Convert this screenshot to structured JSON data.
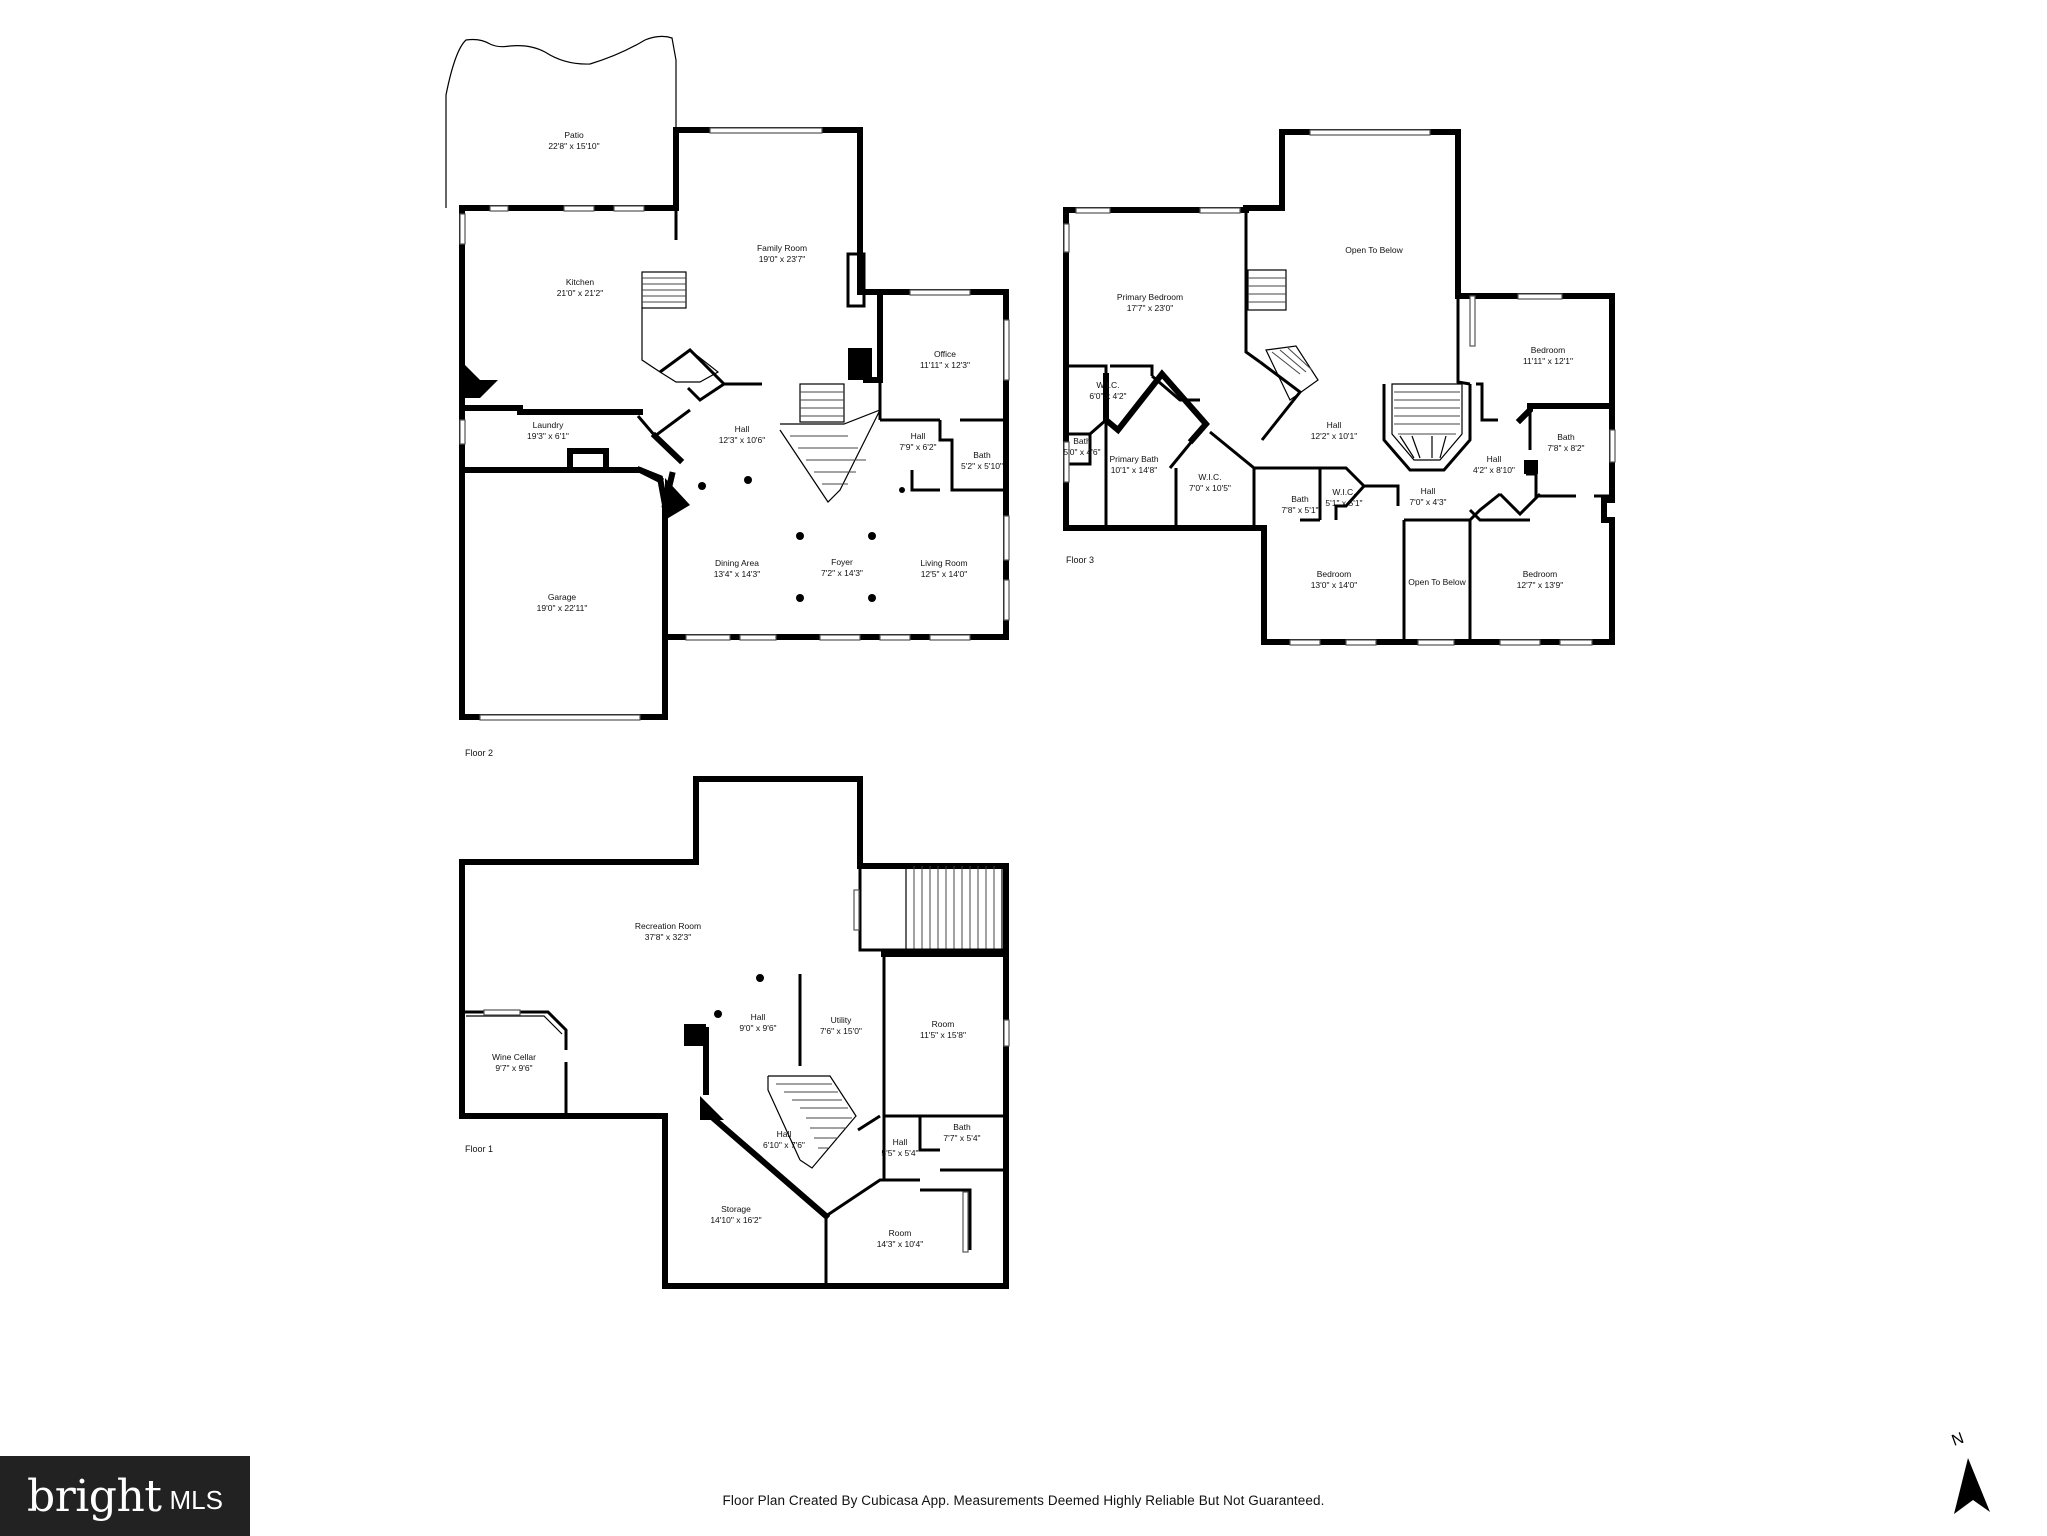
{
  "floor2": {
    "label": "Floor 2",
    "rooms": {
      "patio": {
        "name": "Patio",
        "dim": "22'8\" x 15'10\""
      },
      "family": {
        "name": "Family Room",
        "dim": "19'0\" x 23'7\""
      },
      "kitchen": {
        "name": "Kitchen",
        "dim": "21'0\" x 21'2\""
      },
      "office": {
        "name": "Office",
        "dim": "11'11\" x 12'3\""
      },
      "laundry": {
        "name": "Laundry",
        "dim": "19'3\" x 6'1\""
      },
      "hall1": {
        "name": "Hall",
        "dim": "12'3\" x 10'6\""
      },
      "hall2": {
        "name": "Hall",
        "dim": "7'9\" x 6'2\""
      },
      "bath": {
        "name": "Bath",
        "dim": "5'2\" x 5'10\""
      },
      "dining": {
        "name": "Dining Area",
        "dim": "13'4\" x 14'3\""
      },
      "foyer": {
        "name": "Foyer",
        "dim": "7'2\" x 14'3\""
      },
      "living": {
        "name": "Living Room",
        "dim": "12'5\" x 14'0\""
      },
      "garage": {
        "name": "Garage",
        "dim": "19'0\" x 22'11\""
      }
    }
  },
  "floor3": {
    "label": "Floor 3",
    "rooms": {
      "primary_bed": {
        "name": "Primary Bedroom",
        "dim": "17'7\" x 23'0\""
      },
      "open1": {
        "name": "Open To Below",
        "dim": ""
      },
      "bed1": {
        "name": "Bedroom",
        "dim": "11'11\" x 12'1\""
      },
      "wic1": {
        "name": "W.I.C.",
        "dim": "6'0\" x 4'2\""
      },
      "hall1": {
        "name": "Hall",
        "dim": "12'2\" x 10'1\""
      },
      "bath1": {
        "name": "Bath",
        "dim": "7'8\" x 8'2\""
      },
      "bath2": {
        "name": "Bath",
        "dim": "5'0\" x 4'6\""
      },
      "primary_bath": {
        "name": "Primary Bath",
        "dim": "10'1\" x 14'8\""
      },
      "hall2": {
        "name": "Hall",
        "dim": "4'2\" x 8'10\""
      },
      "wic2": {
        "name": "W.I.C.",
        "dim": "7'0\" x 10'5\""
      },
      "bath3": {
        "name": "Bath",
        "dim": "7'8\" x 5'1\""
      },
      "wic3": {
        "name": "W.I.C.",
        "dim": "5'1\" x 5'1\""
      },
      "hall3": {
        "name": "Hall",
        "dim": "7'0\" x 4'3\""
      },
      "bed2": {
        "name": "Bedroom",
        "dim": "13'0\" x 14'0\""
      },
      "open2": {
        "name": "Open To Below",
        "dim": ""
      },
      "bed3": {
        "name": "Bedroom",
        "dim": "12'7\" x 13'9\""
      }
    }
  },
  "floor1": {
    "label": "Floor 1",
    "rooms": {
      "rec": {
        "name": "Recreation Room",
        "dim": "37'8\" x 32'3\""
      },
      "hall1": {
        "name": "Hall",
        "dim": "9'0\" x 9'6\""
      },
      "utility": {
        "name": "Utility",
        "dim": "7'6\" x 15'0\""
      },
      "room1": {
        "name": "Room",
        "dim": "11'5\" x 15'8\""
      },
      "wine": {
        "name": "Wine Cellar",
        "dim": "9'7\" x 9'6\""
      },
      "hall2": {
        "name": "Hall",
        "dim": "6'10\" x 7'6\""
      },
      "hall3": {
        "name": "Hall",
        "dim": "5'5\" x 5'4\""
      },
      "bath": {
        "name": "Bath",
        "dim": "7'7\" x 5'4\""
      },
      "storage": {
        "name": "Storage",
        "dim": "14'10\" x 16'2\""
      },
      "room2": {
        "name": "Room",
        "dim": "14'3\" x 10'4\""
      }
    }
  },
  "disclaimer": "Floor Plan Created By Cubicasa App. Measurements Deemed Highly Reliable But Not Guaranteed.",
  "logo": {
    "brand": "bright",
    "suffix": "MLS",
    "bg": "#222222"
  },
  "compass": {
    "label": "N",
    "icon": "north-arrow-icon"
  }
}
